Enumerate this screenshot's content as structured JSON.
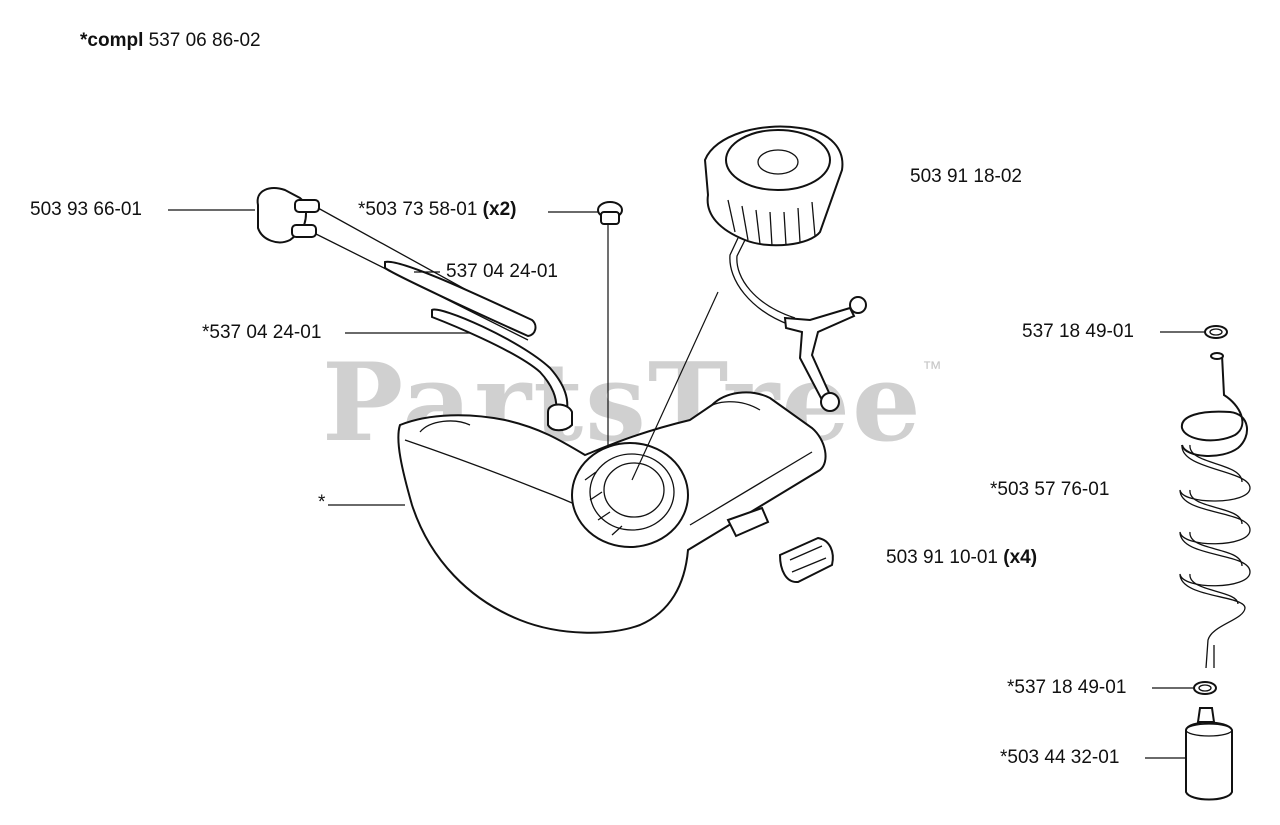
{
  "title": {
    "prefix": "*compl",
    "number": "537 06 86-02"
  },
  "watermark": {
    "text": "PartsTree",
    "mark": "™"
  },
  "labels": {
    "primer_bulb": "503 93 66-01",
    "grommet_main": "*503 73 58-01",
    "grommet_qty": "(x2)",
    "fuel_hose_a": "537 04 24-01",
    "fuel_hose_b": "*537 04 24-01",
    "fuel_cap": "503 91 18-02",
    "tank": "*",
    "o_ring_top": "537 18 49-01",
    "fuel_line_coil": "*503 57 76-01",
    "vibration_damper": "503 91 10-01",
    "damper_qty": "(x4)",
    "o_ring_bottom": "*537 18 49-01",
    "fuel_filter": "*503 44 32-01"
  }
}
